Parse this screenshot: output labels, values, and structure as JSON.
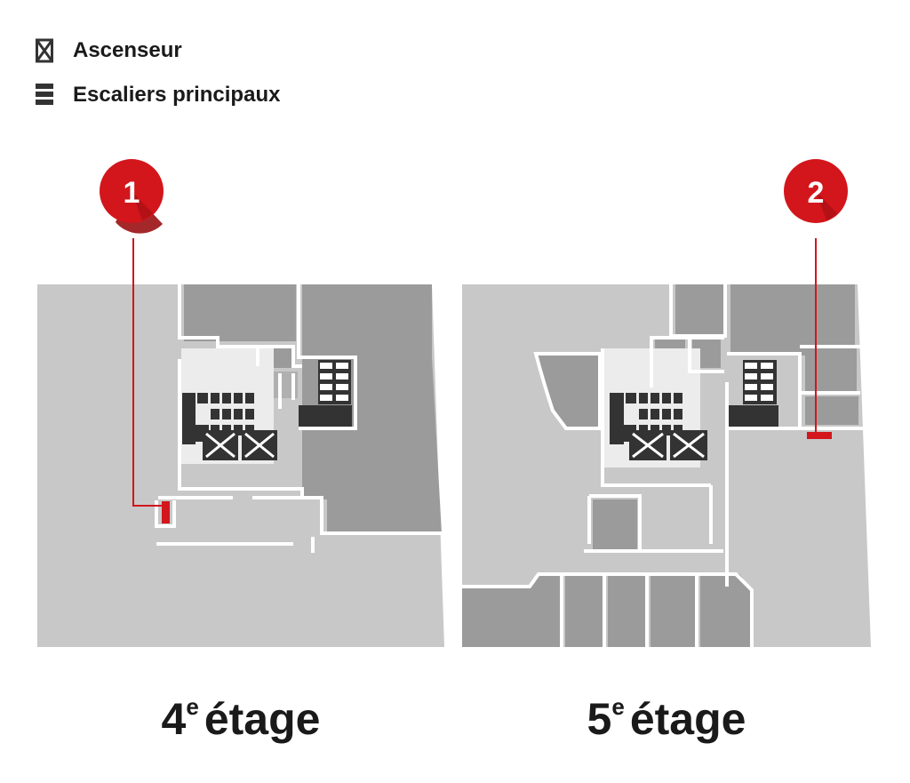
{
  "legend": {
    "elevator_label": "Ascenseur",
    "stairs_label": "Escaliers principaux"
  },
  "markers": [
    {
      "number": "1"
    },
    {
      "number": "2"
    }
  ],
  "floors": [
    {
      "number": "4",
      "superscript": "e",
      "name": "étage"
    },
    {
      "number": "5",
      "superscript": "e",
      "name": "étage"
    }
  ],
  "colors": {
    "marker_red": "#d2161c",
    "marker_shadow": "#9a0f13",
    "floor_base": "#c8c8c8",
    "room_dark": "#9b9b9b",
    "core_light": "#ececec",
    "stairs": "#333333",
    "walls": "#ffffff"
  },
  "icons": {
    "elevator": "elevator-icon",
    "stairs": "stairs-icon",
    "marker": "location-pin-icon"
  }
}
